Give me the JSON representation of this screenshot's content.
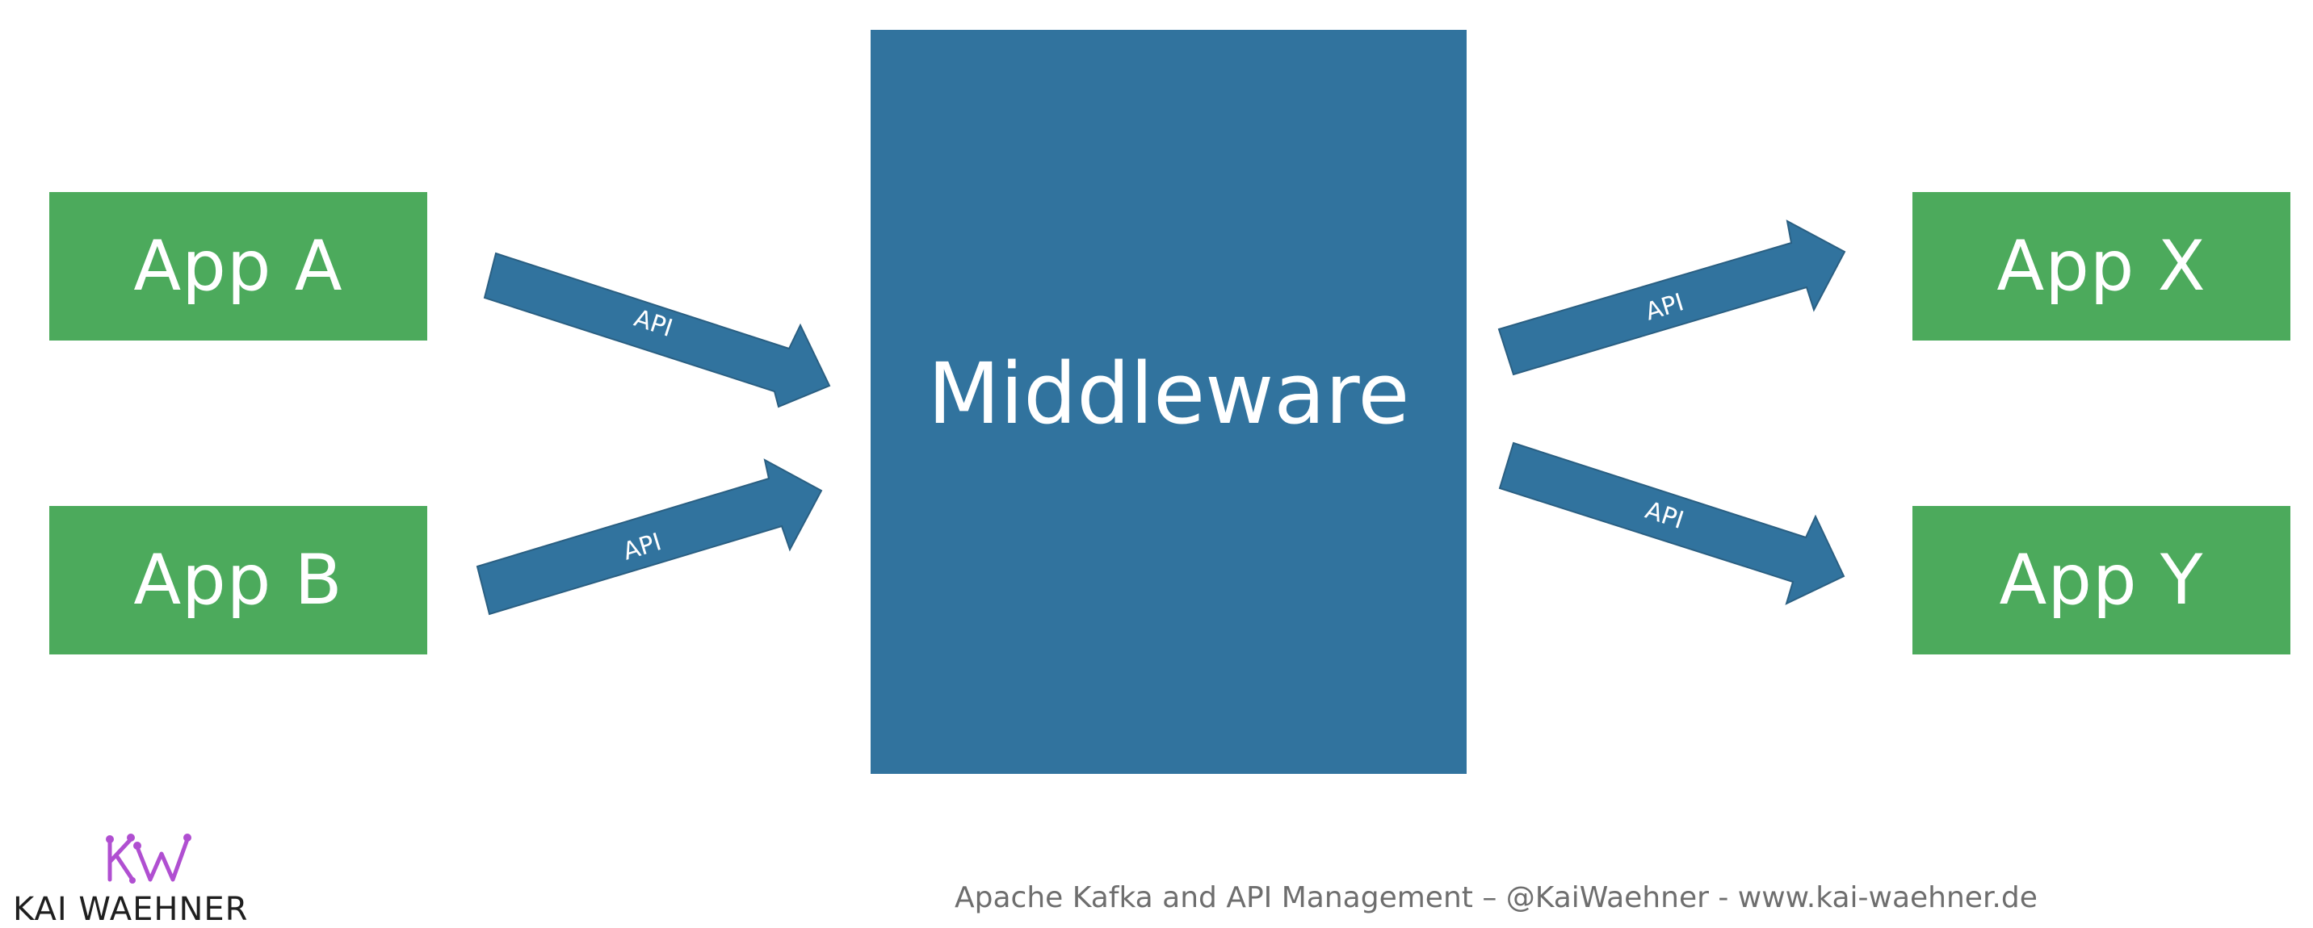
{
  "diagram": {
    "apps_left": [
      {
        "label": "App A"
      },
      {
        "label": "App B"
      }
    ],
    "apps_right": [
      {
        "label": "App X"
      },
      {
        "label": "App Y"
      }
    ],
    "middleware": {
      "label": "Middleware"
    },
    "arrows": [
      {
        "label": "API",
        "from": "App A",
        "to": "Middleware"
      },
      {
        "label": "API",
        "from": "App B",
        "to": "Middleware"
      },
      {
        "label": "API",
        "from": "Middleware",
        "to": "App X"
      },
      {
        "label": "API",
        "from": "Middleware",
        "to": "App Y"
      }
    ]
  },
  "branding": {
    "logo_text": "KAI WAEHNER",
    "footer": "Apache Kafka and API Management – @KaiWaehner - www.kai-waehner.de"
  },
  "colors": {
    "app_box": "#4caa5c",
    "middleware_box": "#31739e",
    "arrow": "#31739e",
    "logo_mark": "#b04fd1"
  }
}
